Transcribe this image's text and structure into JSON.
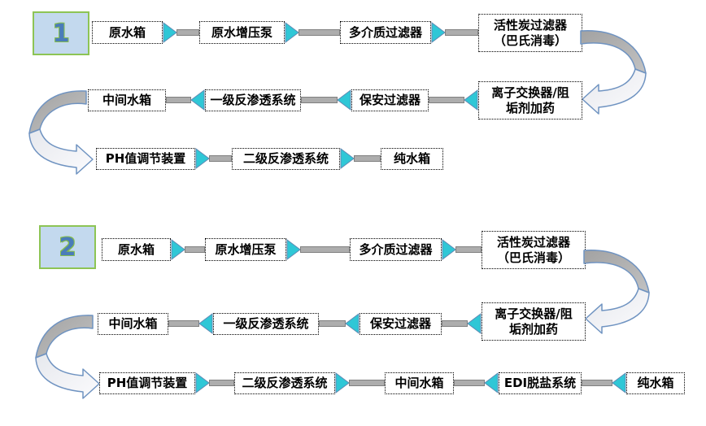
{
  "colors": {
    "arrow_triangle": "#2fc7d6",
    "arrow_triangle_stroke": "#5f8ab4",
    "connector_line": "#adadad",
    "connector_line_stroke": "#808080",
    "curved_band_gray": "#ababab",
    "curved_band_light": "#f2f3f6",
    "curved_band_stroke": "#6f93c1",
    "badge_fill": "#c3d9ee",
    "badge_border": "#8dc455",
    "badge_digit": "#4a7cba",
    "box_border": "#000000",
    "box_text": "#000000"
  },
  "diagram1": {
    "badge": "1",
    "nodes": {
      "raw_water_tank": "原水箱",
      "raw_water_booster_pump": "原水增压泵",
      "multimedia_filter": "多介质过滤器",
      "activated_carbon_filter": "活性炭过滤器\n（巴氏消毒）",
      "ion_exchanger_antiscalant": "离子交换器/阻\n垢剂加药",
      "security_filter": "保安过滤器",
      "ro_stage1": "一级反渗透系统",
      "intermediate_tank": "中间水箱",
      "ph_adjustment": "PH值调节装置",
      "ro_stage2": "二级反渗透系统",
      "pure_water_tank": "纯水箱"
    }
  },
  "diagram2": {
    "badge": "2",
    "nodes": {
      "raw_water_tank": "原水箱",
      "raw_water_booster_pump": "原水增压泵",
      "multimedia_filter": "多介质过滤器",
      "activated_carbon_filter": "活性炭过滤器\n（巴氏消毒）",
      "ion_exchanger_antiscalant": "离子交换器/阻\n垢剂加药",
      "security_filter": "保安过滤器",
      "ro_stage1": "一级反渗透系统",
      "intermediate_tank": "中间水箱",
      "ph_adjustment": "PH值调节装置",
      "ro_stage2": "二级反渗透系统",
      "intermediate_tank2": "中间水箱",
      "edi_system": "EDI脱盐系统",
      "pure_water_tank": "纯水箱"
    }
  }
}
